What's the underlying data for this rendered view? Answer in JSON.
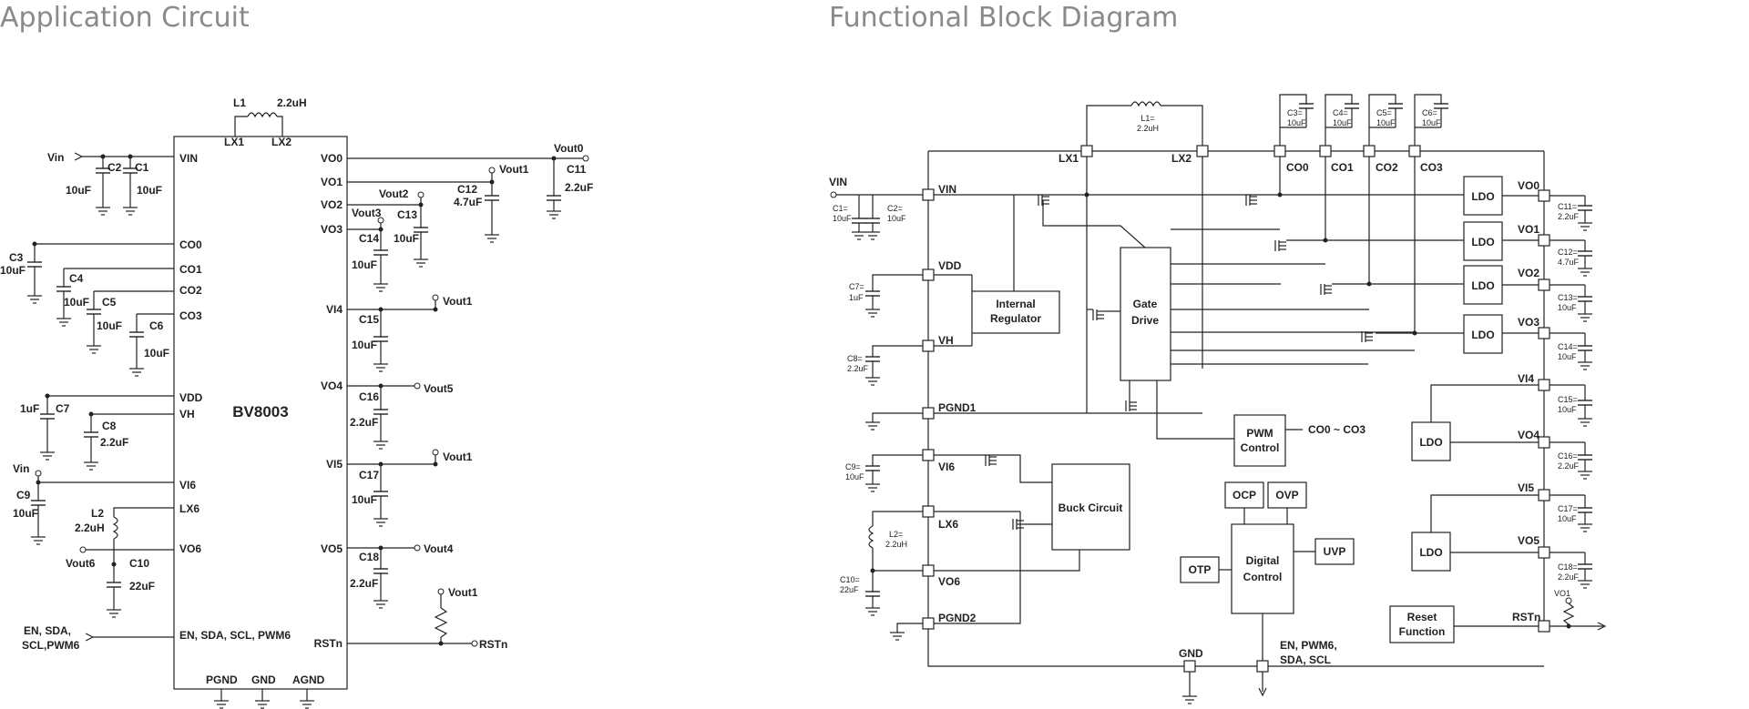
{
  "titles": {
    "app": "Application Circuit",
    "fbd": "Functional Block Diagram"
  },
  "app": {
    "chip": "BV8003",
    "left_pins": [
      "VIN",
      "CO0",
      "CO1",
      "CO2",
      "CO3",
      "VDD",
      "VH",
      "VI6",
      "LX6",
      "VO6",
      "EN, SDA, SCL, PWM6"
    ],
    "right_pins": [
      "VO0",
      "VO1",
      "VO2",
      "VO3",
      "VI4",
      "VO4",
      "VI5",
      "VO5",
      "RSTn"
    ],
    "top_pins": [
      "LX1",
      "LX2"
    ],
    "bottom_pins": [
      "PGND",
      "GND",
      "AGND"
    ],
    "inductors": [
      {
        "name": "L1",
        "value": "2.2uH"
      },
      {
        "name": "L2",
        "value": "2.2uH"
      }
    ],
    "caps": [
      {
        "name": "C1",
        "value": "10uF"
      },
      {
        "name": "C2",
        "value": "10uF"
      },
      {
        "name": "C3",
        "value": "10uF"
      },
      {
        "name": "C4",
        "value": "10uF"
      },
      {
        "name": "C5",
        "value": "10uF"
      },
      {
        "name": "C6",
        "value": "10uF"
      },
      {
        "name": "C7",
        "value": "1uF"
      },
      {
        "name": "C8",
        "value": "2.2uF"
      },
      {
        "name": "C9",
        "value": "10uF"
      },
      {
        "name": "C10",
        "value": "22uF"
      },
      {
        "name": "C11",
        "value": "2.2uF"
      },
      {
        "name": "C12",
        "value": "4.7uF"
      },
      {
        "name": "C13",
        "value": "10uF"
      },
      {
        "name": "C14",
        "value": "10uF"
      },
      {
        "name": "C15",
        "value": "10uF"
      },
      {
        "name": "C16",
        "value": "2.2uF"
      },
      {
        "name": "C17",
        "value": "10uF"
      },
      {
        "name": "C18",
        "value": "2.2uF"
      }
    ],
    "nets": {
      "vin": "Vin",
      "vin2": "Vin",
      "vout0": "Vout0",
      "vout1a": "Vout1",
      "vout2": "Vout2",
      "vout3": "Vout3",
      "vout1b": "Vout1",
      "vout5": "Vout5",
      "vout1c": "Vout1",
      "vout4": "Vout4",
      "vout1d": "Vout1",
      "rstn": "RSTn",
      "vout6": "Vout6",
      "en1": "EN, SDA,",
      "en2": "SCL,PWM6"
    }
  },
  "fbd": {
    "pins_left": [
      "VIN",
      "VDD",
      "VH",
      "PGND1",
      "VI6",
      "LX6",
      "VO6",
      "PGND2"
    ],
    "pins_top": [
      "LX1",
      "LX2",
      "CO0",
      "CO1",
      "CO2",
      "CO3"
    ],
    "pins_right": [
      "VO0",
      "VO1",
      "VO2",
      "VO3",
      "VI4",
      "VO4",
      "VI5",
      "VO5",
      "RSTn"
    ],
    "pins_bottom": [
      "GND"
    ],
    "blocks": {
      "internal_regulator": [
        "Internal",
        "Regulator"
      ],
      "gate_drive": [
        "Gate",
        "Drive"
      ],
      "ldo": "LDO",
      "pwm_control": [
        "PWM",
        "Control"
      ],
      "co_range": "CO0 ~ CO3",
      "buck": "Buck Circuit",
      "ocp": "OCP",
      "ovp": "OVP",
      "uvp": "UVP",
      "otp": "OTP",
      "digital": [
        "Digital",
        "Control"
      ],
      "reset": [
        "Reset",
        "Function"
      ],
      "en_label": [
        "EN, PWM6,",
        "SDA, SCL"
      ]
    },
    "vin_label": "VIN",
    "vo1_label": "VO1",
    "caps": {
      "c1": [
        "C1=",
        "10uF"
      ],
      "c2": [
        "C2=",
        "10uF"
      ],
      "c7": [
        "C7=",
        "1uF"
      ],
      "c8": [
        "C8=",
        "2.2uF"
      ],
      "c9": [
        "C9=",
        "10uF"
      ],
      "c10": [
        "C10=",
        "22uF"
      ],
      "l2": [
        "L2=",
        "2.2uH"
      ],
      "l1": [
        "L1=",
        "2.2uH"
      ],
      "c3": [
        "C3=",
        "10uF"
      ],
      "c4": [
        "C4=",
        "10uF"
      ],
      "c5": [
        "C5=",
        "10uF"
      ],
      "c6": [
        "C6=",
        "10uF"
      ],
      "c11": [
        "C11=",
        "2.2uF"
      ],
      "c12": [
        "C12=",
        "4.7uF"
      ],
      "c13": [
        "C13=",
        "10uF"
      ],
      "c14": [
        "C14=",
        "10uF"
      ],
      "c15": [
        "C15=",
        "10uF"
      ],
      "c16": [
        "C16=",
        "2.2uF"
      ],
      "c17": [
        "C17=",
        "10uF"
      ],
      "c18": [
        "C18=",
        "2.2uF"
      ]
    }
  }
}
